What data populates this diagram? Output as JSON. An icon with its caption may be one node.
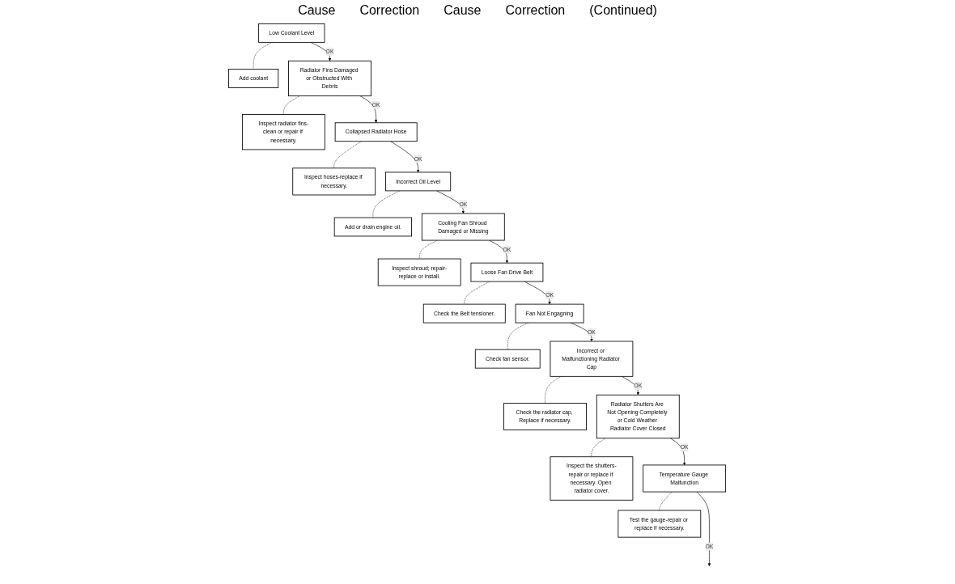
{
  "diagram": {
    "nodes": [
      {
        "text": [
          "Low Coolant Level"
        ]
      },
      {
        "text": [
          "Add coolant"
        ]
      },
      {
        "text": [
          "Radiator Fins Damaged or Obstructed With Debris"
        ]
      },
      {
        "text": [
          "Inspect radiator fins-clean or repair if necessary."
        ]
      },
      {
        "text": [
          "Collapsed Radiator Hose"
        ]
      },
      {
        "text": [
          "Inspect hoses-replace if necessary."
        ]
      },
      {
        "text": [
          "Incorrect Oil Level"
        ]
      },
      {
        "text": [
          "Add or drain engine oil."
        ]
      },
      {
        "text": [
          "Cooling Fan Shroud Damaged or Missing"
        ]
      },
      {
        "text": [
          "Inspect shroud; repair-replace or install."
        ]
      },
      {
        "text": [
          "Loose Fan Drive Belt"
        ]
      },
      {
        "text": [
          "Check the Belt tensioner."
        ]
      },
      {
        "text": [
          "Fan Not Engagning"
        ]
      },
      {
        "text": [
          "Check fan sensor."
        ]
      },
      {
        "text": [
          "Incorrect or Malfunctioning Radiator Cap"
        ]
      },
      {
        "text": [
          "Check the radiator cap, Replace if necessary."
        ]
      },
      {
        "text": [
          "Radiator Shutters Are Not Opening Completely or Cold Weather Radiator Cover Closed"
        ]
      },
      {
        "text": [
          "Inspect the shutters-repair or replace if necessary. Open radiator cover."
        ]
      },
      {
        "text": [
          "Temperature Gauge Malfunction"
        ]
      },
      {
        "text": [
          "Test the gauge-repair or replace if necessary."
        ]
      }
    ],
    "edges": [
      {
        "from": 0,
        "to": 1,
        "arrow": "none",
        "style": "dashed"
      },
      {
        "from": 0,
        "to": 2,
        "arrow": "to",
        "label": "OK"
      },
      {
        "from": 2,
        "to": 3,
        "arrow": "none",
        "style": "dashed"
      },
      {
        "from": 2,
        "to": 4,
        "arrow": "to",
        "label": "OK"
      },
      {
        "from": 4,
        "to": 5,
        "arrow": "none",
        "style": "dashed"
      },
      {
        "from": 4,
        "to": 6,
        "arrow": "to",
        "label": "OK"
      },
      {
        "from": 6,
        "to": 7,
        "arrow": "none",
        "style": "dashed"
      },
      {
        "from": 6,
        "to": 8,
        "arrow": "to",
        "label": "OK"
      },
      {
        "from": 8,
        "to": 9,
        "arrow": "none",
        "style": "dashed"
      },
      {
        "from": 8,
        "to": 10,
        "arrow": "to",
        "label": "OK"
      },
      {
        "from": 10,
        "to": 11,
        "arrow": "none",
        "style": "dashed"
      },
      {
        "from": 10,
        "to": 12,
        "arrow": "to",
        "label": "OK"
      },
      {
        "from": 12,
        "to": 13,
        "arrow": "none",
        "style": "dashed"
      },
      {
        "from": 12,
        "to": 14,
        "arrow": "to",
        "label": "OK"
      },
      {
        "from": 14,
        "to": 15,
        "arrow": "none",
        "style": "dashed"
      },
      {
        "from": 14,
        "to": 16,
        "arrow": "to",
        "label": "OK"
      },
      {
        "from": 16,
        "to": 17,
        "arrow": "none",
        "style": "dashed"
      },
      {
        "from": 16,
        "to": 18,
        "arrow": "to",
        "label": "OK"
      },
      {
        "from": 18,
        "to": 19,
        "arrow": "none",
        "style": "dashed"
      },
      {
        "from": 18,
        "to": null,
        "arrow": "to",
        "label": "OK"
      }
    ],
    "labels": [
      "Cause",
      "Correction",
      "Cause",
      "Correction",
      "(Continued)"
    ]
  }
}
